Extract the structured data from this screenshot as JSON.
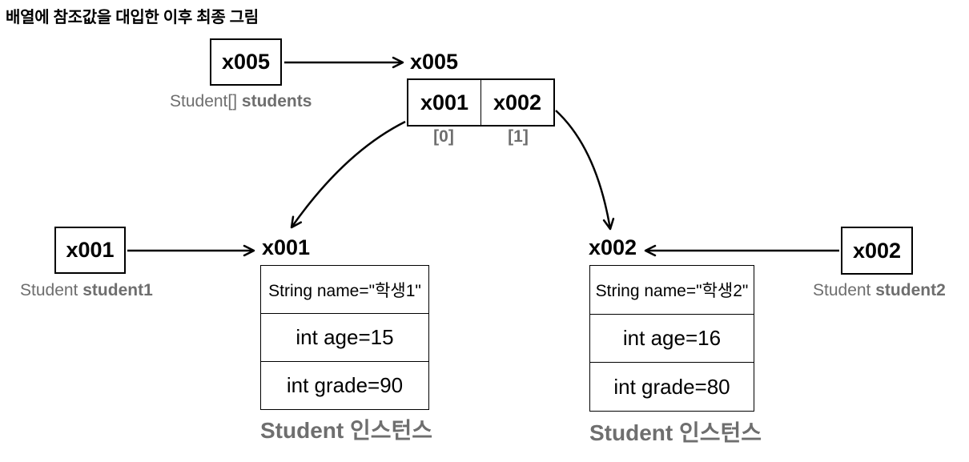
{
  "title": "배열에 참조값을 대입한 이후 최종 그림",
  "colors": {
    "ink": "#000000",
    "muted": "#6e6e6e"
  },
  "students_ref": {
    "value": "x005",
    "type": "Student[]",
    "name": "students"
  },
  "array_object": {
    "address": "x005",
    "cells": [
      {
        "value": "x001",
        "index": "[0]"
      },
      {
        "value": "x002",
        "index": "[1]"
      }
    ]
  },
  "student1_ref": {
    "value": "x001",
    "type": "Student",
    "name": "student1"
  },
  "student2_ref": {
    "value": "x002",
    "type": "Student",
    "name": "student2"
  },
  "instance1": {
    "address": "x001",
    "fields": [
      "String name=\"학생1\"",
      "int age=15",
      "int grade=90"
    ],
    "caption": "Student 인스턴스"
  },
  "instance2": {
    "address": "x002",
    "fields": [
      "String name=\"학생2\"",
      "int age=16",
      "int grade=80"
    ],
    "caption": "Student 인스턴스"
  }
}
